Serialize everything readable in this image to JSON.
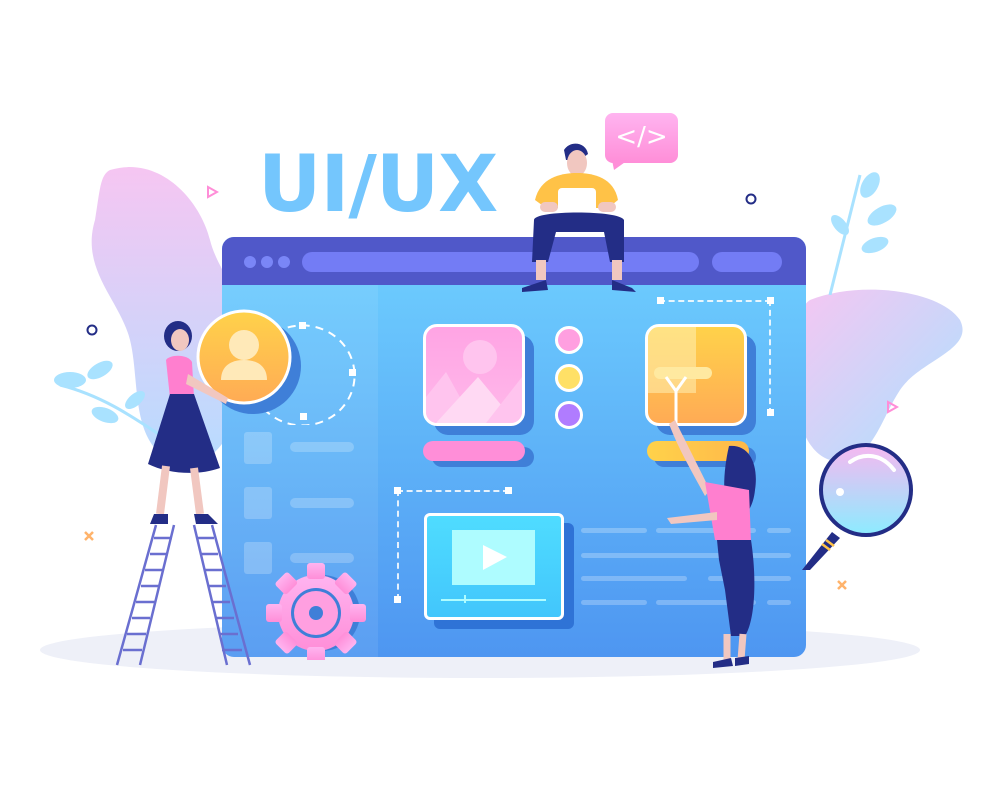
{
  "illustration": {
    "headline": "UI/UX",
    "code_bubble_text": "</>",
    "colors": {
      "headline": "#74c6fd",
      "window_titlebar": "#5058c9",
      "window_body_top": "#6fd0ff",
      "window_body_bottom": "#4e96f1",
      "accent_pink": "#ff8ed8",
      "accent_yellow": "#ffd24a",
      "accent_purple": "#b07cff",
      "navy": "#232d86"
    },
    "window": {
      "titlebar_dots": 3,
      "sidebar_items": 3,
      "color_swatches": [
        "#ff9fe0",
        "#ffe066",
        "#b07cff"
      ]
    },
    "icons": [
      "user-avatar-icon",
      "image-placeholder-icon",
      "video-play-icon",
      "gear-icon",
      "magnifier-icon",
      "code-icon"
    ]
  }
}
